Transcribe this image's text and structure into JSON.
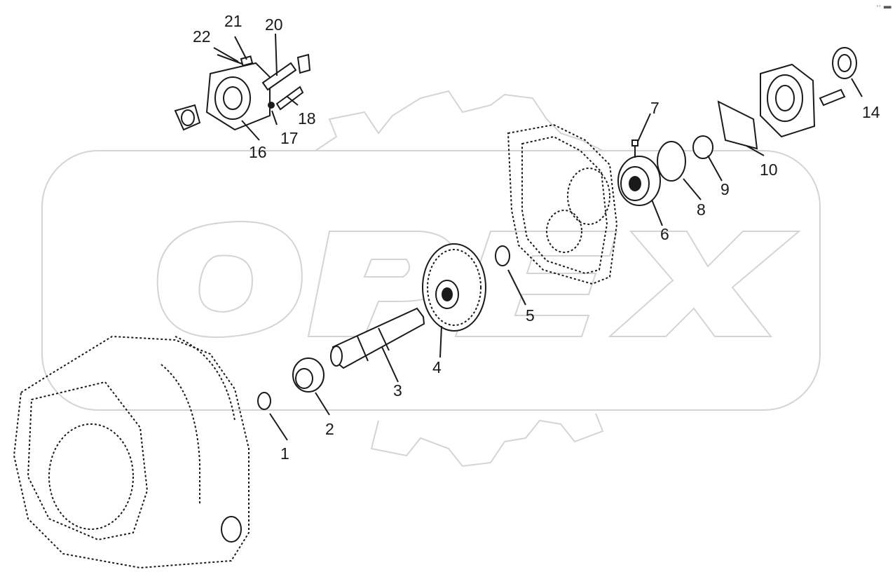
{
  "watermark": {
    "text": "OPEX"
  },
  "corner_mark": "°° ■■■",
  "callouts": [
    {
      "id": "c1",
      "label": "1"
    },
    {
      "id": "c2",
      "label": "2"
    },
    {
      "id": "c3",
      "label": "3"
    },
    {
      "id": "c4",
      "label": "4"
    },
    {
      "id": "c5",
      "label": "5"
    },
    {
      "id": "c6",
      "label": "6"
    },
    {
      "id": "c7",
      "label": "7"
    },
    {
      "id": "c8",
      "label": "8"
    },
    {
      "id": "c9",
      "label": "9"
    },
    {
      "id": "c10",
      "label": "10"
    },
    {
      "id": "c14",
      "label": "14"
    },
    {
      "id": "c16",
      "label": "16"
    },
    {
      "id": "c17",
      "label": "17"
    },
    {
      "id": "c18",
      "label": "18"
    },
    {
      "id": "c20",
      "label": "20"
    },
    {
      "id": "c21",
      "label": "21"
    },
    {
      "id": "c22",
      "label": "22"
    }
  ]
}
